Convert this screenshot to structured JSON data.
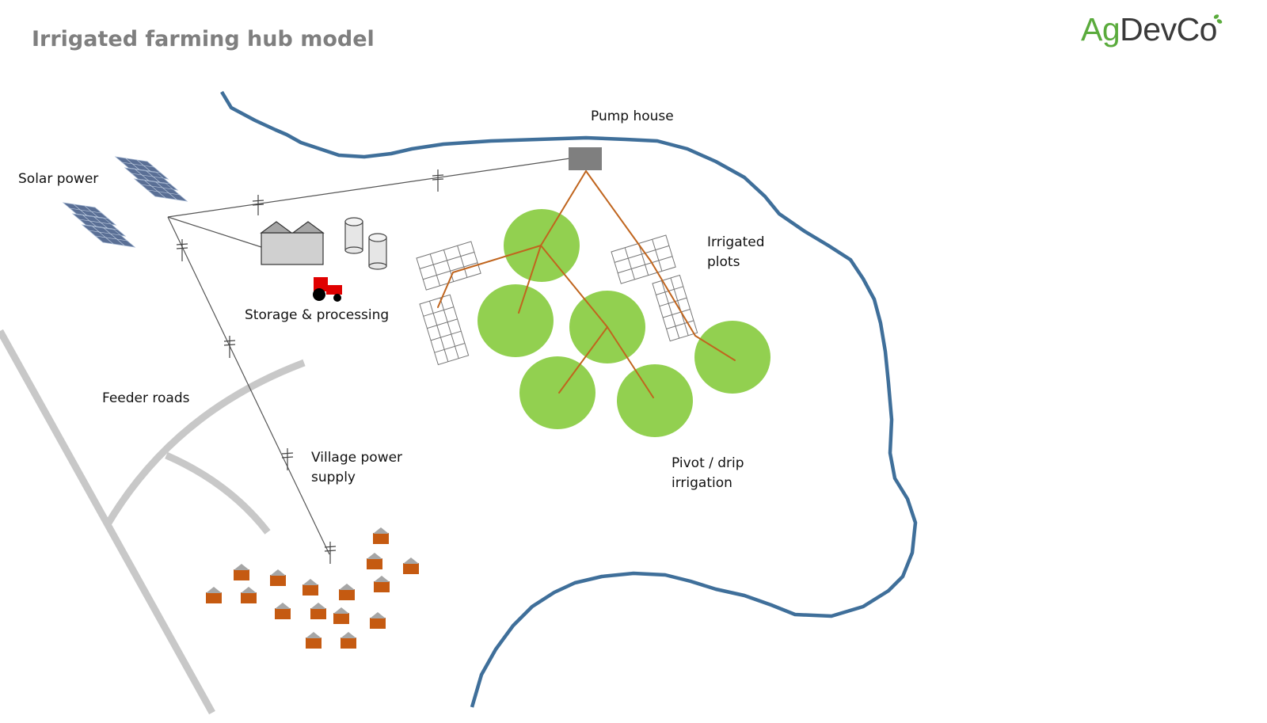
{
  "title": "Irrigated farming hub model",
  "logo": {
    "part1": "Ag",
    "part2": "DevCo"
  },
  "labels": {
    "solar_power": "Solar power",
    "pump_house": "Pump house",
    "irrigated_plots_line1": "Irrigated",
    "irrigated_plots_line2": "plots",
    "storage_processing": "Storage & processing",
    "feeder_roads": "Feeder roads",
    "village_power_line1": "Village power",
    "village_power_line2": "supply",
    "pivot_line1": "Pivot / drip",
    "pivot_line2": "irrigation"
  },
  "colors": {
    "title": "#7f7f7f",
    "logo_green": "#5aab3c",
    "logo_dark": "#3a3a3a",
    "river": "#3f6f9a",
    "field": "#92d050",
    "pipe": "#c0651e",
    "road": "#c8c8c8",
    "house": "#c55a11",
    "pump": "#7f7f7f",
    "tractor": "#e00000"
  },
  "icons": [
    "solar-panel-icon",
    "warehouse-icon",
    "silo-icon",
    "tractor-icon",
    "house-icon",
    "pump-house-icon"
  ]
}
